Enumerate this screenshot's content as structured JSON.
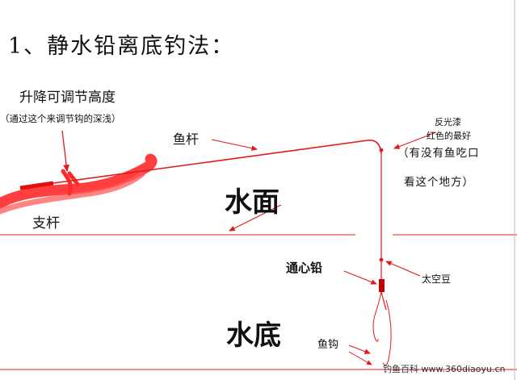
{
  "title": "1、静水铅离底钓法：",
  "labels": {
    "adjust_title": "升降可调节高度",
    "adjust_desc": "（通过这个来调节钩的深浅）",
    "rod": "鱼杆",
    "reflective": "反光漆",
    "red_best": "红色的最好",
    "bite_check": "（有没有鱼吃口",
    "look_here": "看这个地方）",
    "water_surface": "水面",
    "support_rod": "支杆",
    "sinker": "通心铅",
    "space_bean": "太空豆",
    "water_bottom": "水底",
    "hook": "鱼钩"
  },
  "watermark": "钓鱼百科 www.360diaoyu.cn",
  "colors": {
    "line": "#e01b1b",
    "brush": "#ff2222",
    "text": "#111111"
  }
}
